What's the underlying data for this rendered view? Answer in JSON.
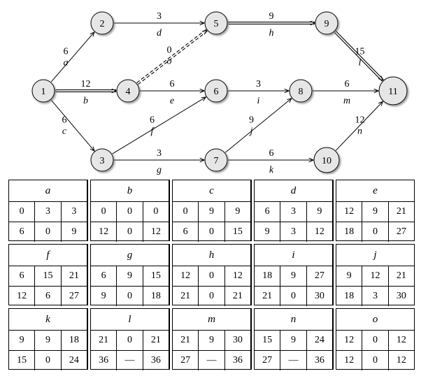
{
  "network": {
    "nodes": [
      {
        "id": "1",
        "label": "1"
      },
      {
        "id": "2",
        "label": "2"
      },
      {
        "id": "3",
        "label": "3"
      },
      {
        "id": "4",
        "label": "4"
      },
      {
        "id": "5",
        "label": "5"
      },
      {
        "id": "6",
        "label": "6"
      },
      {
        "id": "7",
        "label": "7"
      },
      {
        "id": "8",
        "label": "8"
      },
      {
        "id": "9",
        "label": "9"
      },
      {
        "id": "10",
        "label": "10"
      },
      {
        "id": "11",
        "label": "11"
      }
    ],
    "edges": [
      {
        "id": "a",
        "from": "1",
        "to": "2",
        "duration": "6",
        "name": "a",
        "style": "single"
      },
      {
        "id": "b",
        "from": "1",
        "to": "4",
        "duration": "12",
        "name": "b",
        "style": "double"
      },
      {
        "id": "c",
        "from": "1",
        "to": "3",
        "duration": "6",
        "name": "c",
        "style": "single"
      },
      {
        "id": "d",
        "from": "2",
        "to": "5",
        "duration": "3",
        "name": "d",
        "style": "single"
      },
      {
        "id": "o",
        "from": "4",
        "to": "5",
        "duration": "0",
        "name": "o",
        "style": "dashed-double"
      },
      {
        "id": "e",
        "from": "4",
        "to": "6",
        "duration": "6",
        "name": "e",
        "style": "single"
      },
      {
        "id": "f",
        "from": "3",
        "to": "6",
        "duration": "6",
        "name": "f",
        "style": "single"
      },
      {
        "id": "g",
        "from": "3",
        "to": "7",
        "duration": "3",
        "name": "g",
        "style": "single"
      },
      {
        "id": "h",
        "from": "5",
        "to": "9",
        "duration": "9",
        "name": "h",
        "style": "double"
      },
      {
        "id": "i",
        "from": "6",
        "to": "8",
        "duration": "3",
        "name": "i",
        "style": "single"
      },
      {
        "id": "j",
        "from": "7",
        "to": "8",
        "duration": "9",
        "name": "j",
        "style": "single"
      },
      {
        "id": "k",
        "from": "7",
        "to": "10",
        "duration": "6",
        "name": "k",
        "style": "single"
      },
      {
        "id": "l",
        "from": "9",
        "to": "11",
        "duration": "15",
        "name": "l",
        "style": "double"
      },
      {
        "id": "m",
        "from": "8",
        "to": "11",
        "duration": "6",
        "name": "m",
        "style": "single"
      },
      {
        "id": "n",
        "from": "10",
        "to": "11",
        "duration": "12",
        "name": "n",
        "style": "single"
      }
    ]
  },
  "tables": [
    [
      {
        "name": "a",
        "rows": [
          [
            "0",
            "3",
            "3"
          ],
          [
            "6",
            "0",
            "9"
          ]
        ]
      },
      {
        "name": "b",
        "rows": [
          [
            "0",
            "0",
            "0"
          ],
          [
            "12",
            "0",
            "12"
          ]
        ]
      },
      {
        "name": "c",
        "rows": [
          [
            "0",
            "9",
            "9"
          ],
          [
            "6",
            "0",
            "15"
          ]
        ]
      },
      {
        "name": "d",
        "rows": [
          [
            "6",
            "3",
            "9"
          ],
          [
            "9",
            "3",
            "12"
          ]
        ]
      },
      {
        "name": "e",
        "rows": [
          [
            "12",
            "9",
            "21"
          ],
          [
            "18",
            "0",
            "27"
          ]
        ]
      }
    ],
    [
      {
        "name": "f",
        "rows": [
          [
            "6",
            "15",
            "21"
          ],
          [
            "12",
            "6",
            "27"
          ]
        ]
      },
      {
        "name": "g",
        "rows": [
          [
            "6",
            "9",
            "15"
          ],
          [
            "9",
            "0",
            "18"
          ]
        ]
      },
      {
        "name": "h",
        "rows": [
          [
            "12",
            "0",
            "12"
          ],
          [
            "21",
            "0",
            "21"
          ]
        ]
      },
      {
        "name": "i",
        "rows": [
          [
            "18",
            "9",
            "27"
          ],
          [
            "21",
            "0",
            "30"
          ]
        ]
      },
      {
        "name": "j",
        "rows": [
          [
            "9",
            "12",
            "21"
          ],
          [
            "18",
            "3",
            "30"
          ]
        ]
      }
    ],
    [
      {
        "name": "k",
        "rows": [
          [
            "9",
            "9",
            "18"
          ],
          [
            "15",
            "0",
            "24"
          ]
        ]
      },
      {
        "name": "l",
        "rows": [
          [
            "21",
            "0",
            "21"
          ],
          [
            "36",
            "—",
            "36"
          ]
        ]
      },
      {
        "name": "m",
        "rows": [
          [
            "21",
            "9",
            "30"
          ],
          [
            "27",
            "—",
            "36"
          ]
        ]
      },
      {
        "name": "n",
        "rows": [
          [
            "15",
            "9",
            "24"
          ],
          [
            "27",
            "—",
            "36"
          ]
        ]
      },
      {
        "name": "o",
        "rows": [
          [
            "12",
            "0",
            "12"
          ],
          [
            "12",
            "0",
            "12"
          ]
        ]
      }
    ]
  ]
}
